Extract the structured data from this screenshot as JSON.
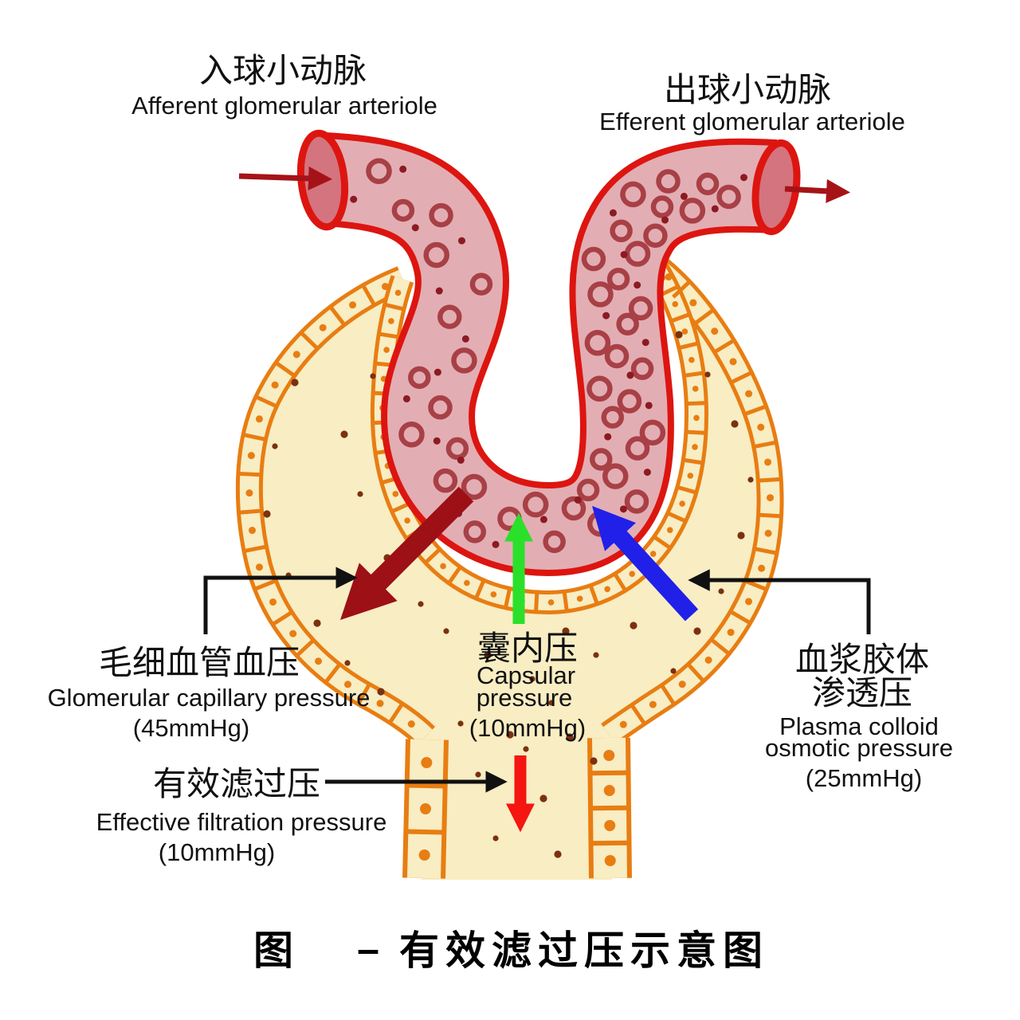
{
  "labels": {
    "afferent": {
      "cn": "入球小动脉",
      "en": "Afferent glomerular arteriole"
    },
    "efferent": {
      "cn": "出球小动脉",
      "en": "Efferent glomerular arteriole"
    },
    "capillary_pressure": {
      "cn": "毛细血管血压",
      "en": "Glomerular capillary pressure",
      "value": "(45mmHg)"
    },
    "capsular_pressure": {
      "cn": "囊内压",
      "en_line1": "Capsular",
      "en_line2": "pressure",
      "value": "(10mmHg)"
    },
    "osmotic_pressure": {
      "cn_line1": "血浆胶体",
      "cn_line2": "渗透压",
      "en_line1": "Plasma colloid",
      "en_line2": "osmotic pressure",
      "value": "(25mmHg)"
    },
    "filtration_pressure": {
      "cn": "有效滤过压",
      "en": "Effective filtration pressure",
      "value": "(10mmHg)"
    }
  },
  "caption": {
    "prefix": "图",
    "dash": "–",
    "title": "有效滤过压示意图"
  },
  "colors": {
    "vessel_outline": "#dd1510",
    "vessel_fill": "#e2aeb3",
    "vessel_opening": "#d4747e",
    "rbc": "#a84046",
    "rbc_dot": "#8c1a22",
    "capsule_outline": "#e87d12",
    "capsule_fill": "#f8edc3",
    "space_dot": "#7b3110",
    "arrow_capillary": "#9c1016",
    "arrow_capsular": "#2be02a",
    "arrow_osmotic": "#2020e8",
    "arrow_filtration": "#f51511",
    "arrow_flow": "#a51318",
    "connector": "#111111"
  }
}
